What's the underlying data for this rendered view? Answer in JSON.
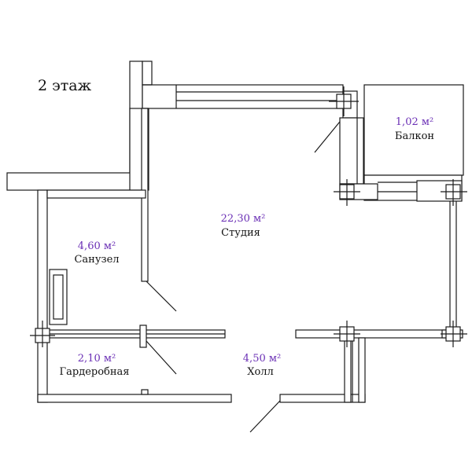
{
  "floor": {
    "label": "2 этаж"
  },
  "colors": {
    "area_text": "#6a2fb5",
    "name_text": "#111111",
    "wall_stroke": "#1a1a1a"
  },
  "rooms": [
    {
      "id": "studio",
      "area_value": "22,30",
      "area_unit": "м²",
      "name": "Студия"
    },
    {
      "id": "balcony",
      "area_value": "1,02",
      "area_unit": "м²",
      "name": "Балкон"
    },
    {
      "id": "bathroom",
      "area_value": "4,60",
      "area_unit": "м²",
      "name": "Санузел"
    },
    {
      "id": "wardrobe",
      "area_value": "2,10",
      "area_unit": "м²",
      "name": "Гардеробная"
    },
    {
      "id": "hall",
      "area_value": "4,50",
      "area_unit": "м²",
      "name": "Холл"
    }
  ]
}
